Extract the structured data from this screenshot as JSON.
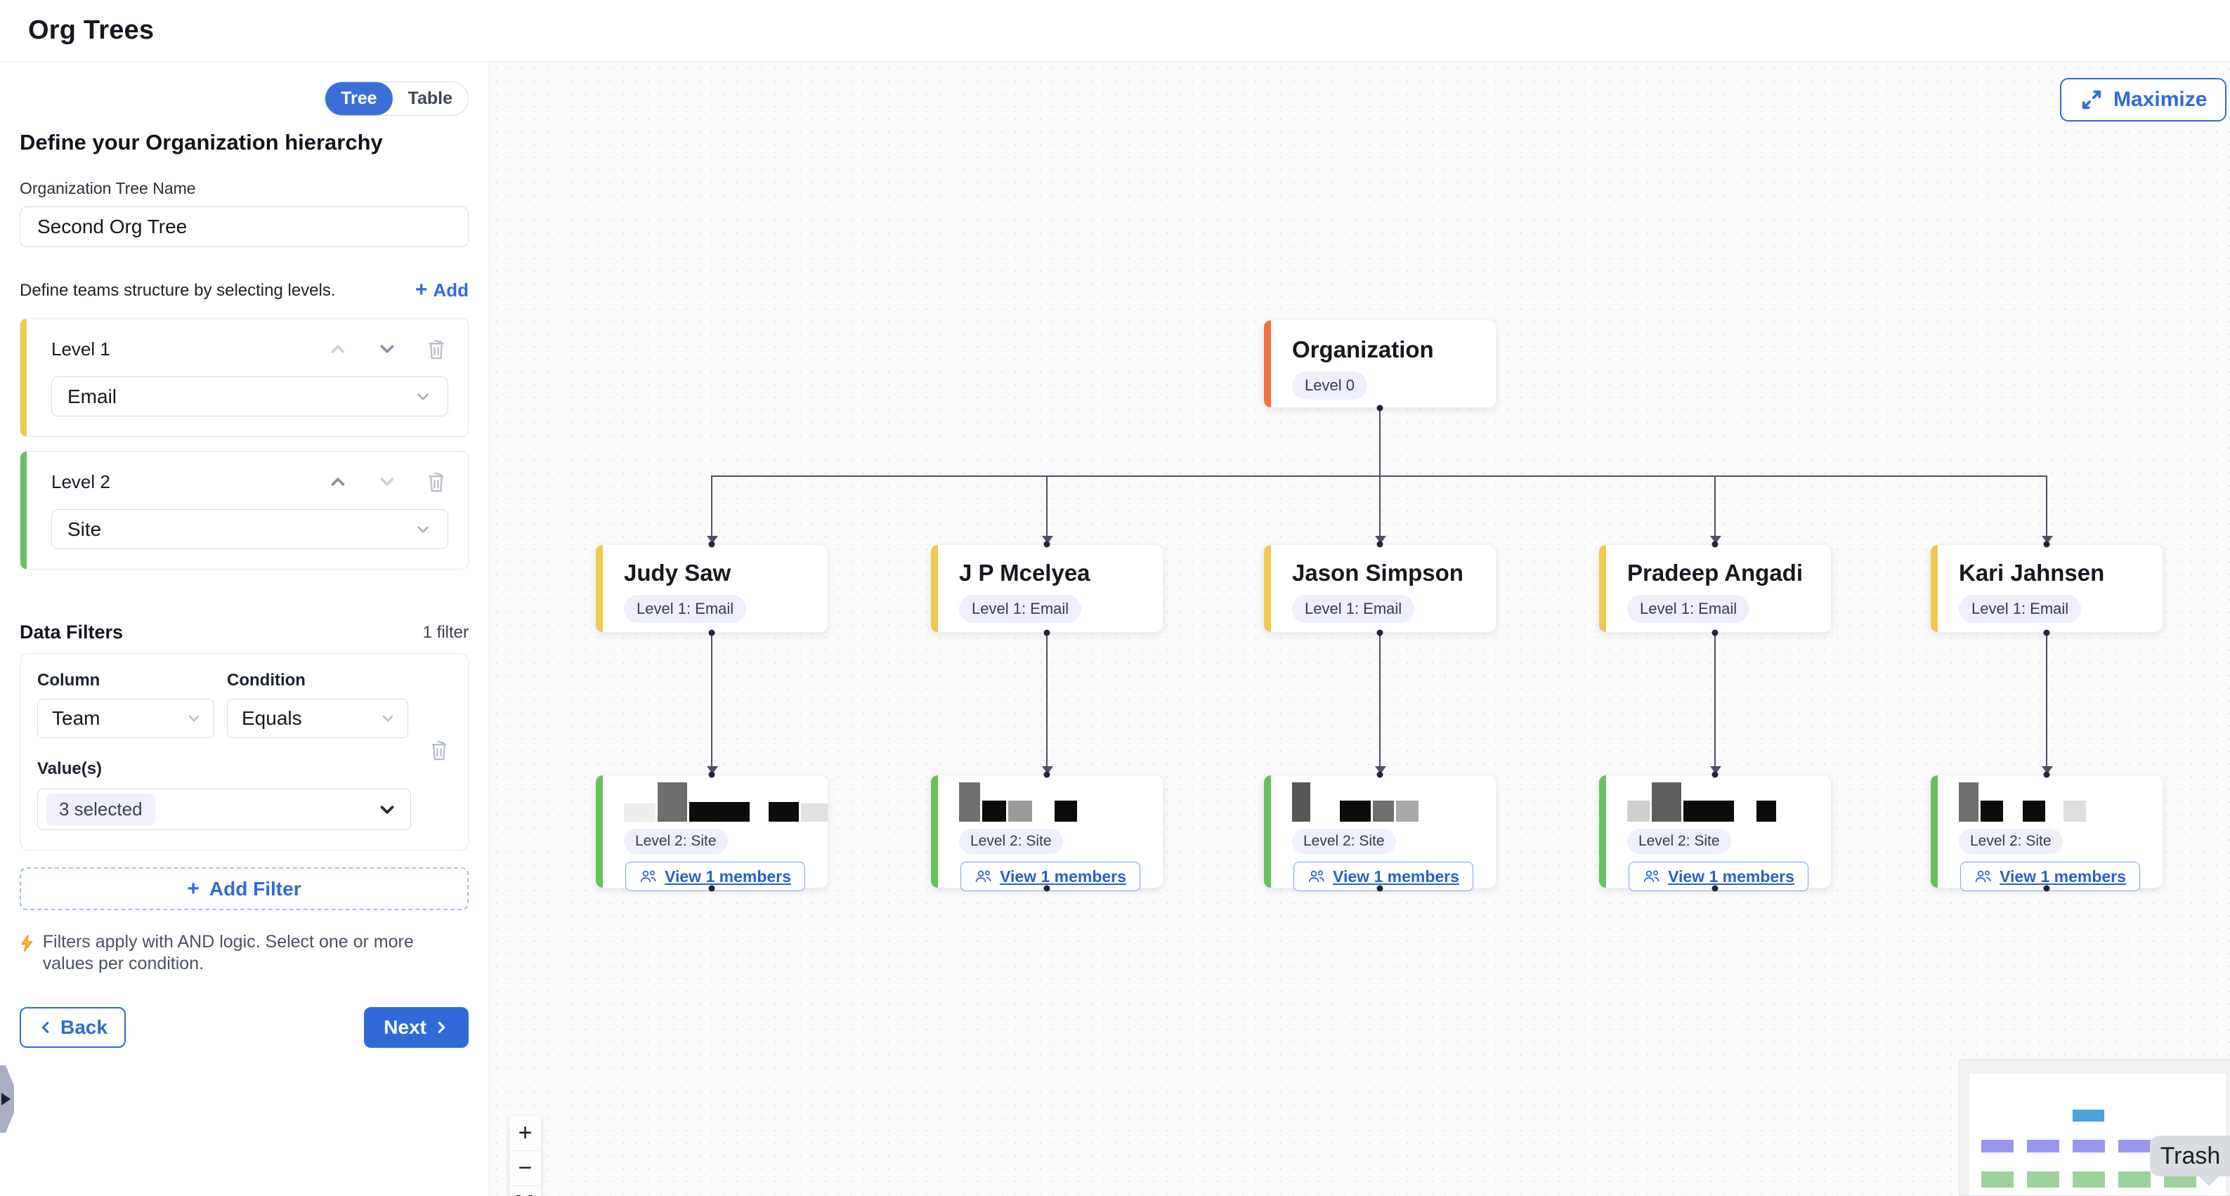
{
  "header": {
    "title": "Org Trees"
  },
  "colors": {
    "accent_blue": "#2e6bd9",
    "level0_orange": "#f2703b",
    "level1_yellow": "#f2c94c",
    "level2_green": "#67c15e",
    "badge_bg": "#efeefb",
    "minimap_root": "#4aa3dc",
    "minimap_level1": "#9a96ee",
    "minimap_level2": "#9ed29b"
  },
  "sidebar": {
    "view_toggle": {
      "options": [
        "Tree",
        "Table"
      ],
      "selected": "Tree"
    },
    "heading": "Define your Organization hierarchy",
    "tree_name": {
      "label": "Organization Tree Name",
      "value": "Second Org Tree"
    },
    "levels_section": {
      "description": "Define teams structure by selecting levels.",
      "add_label": "Add"
    },
    "levels": [
      {
        "label": "Level 1",
        "value": "Email"
      },
      {
        "label": "Level 2",
        "value": "Site"
      }
    ],
    "filters_section": {
      "title": "Data Filters",
      "count_label": "1 filter",
      "filter": {
        "column_label": "Column",
        "column_value": "Team",
        "condition_label": "Condition",
        "condition_value": "Equals",
        "values_label": "Value(s)",
        "values_value": "3 selected"
      },
      "add_filter_label": "Add Filter",
      "note": "Filters apply with AND logic. Select one or more values per condition."
    },
    "back_label": "Back",
    "next_label": "Next"
  },
  "canvas": {
    "maximize_label": "Maximize",
    "zoom_controls": {
      "zoom_in": "+",
      "zoom_out": "−"
    },
    "trash_tooltip": "Trash",
    "tree": {
      "root": {
        "name": "Organization",
        "badge": "Level 0"
      },
      "children": [
        {
          "name": "Judy Saw",
          "badge": "Level 1: Email",
          "child": {
            "badge": "Level 2: Site",
            "view_label": "View 1 members",
            "blocks": [
              {
                "w": 48,
                "h": 26,
                "c": "#ededed"
              },
              {
                "w": 44,
                "h": 56,
                "c": "#6d6d6d"
              },
              {
                "w": 92,
                "h": 28,
                "c": "#0c0c0c"
              },
              {
                "w": 22,
                "h": 26,
                "c": "transparent"
              },
              {
                "w": 46,
                "h": 28,
                "c": "#0c0c0c"
              },
              {
                "w": 40,
                "h": 26,
                "c": "#e2e2e2"
              }
            ]
          }
        },
        {
          "name": "J P Mcelyea",
          "badge": "Level 1: Email",
          "child": {
            "badge": "Level 2: Site",
            "view_label": "View 1 members",
            "blocks": [
              {
                "w": 30,
                "h": 56,
                "c": "#6f6f6f"
              },
              {
                "w": 34,
                "h": 30,
                "c": "#0c0c0c"
              },
              {
                "w": 34,
                "h": 30,
                "c": "#9a9a9a"
              },
              {
                "w": 26,
                "h": 30,
                "c": "transparent"
              },
              {
                "w": 32,
                "h": 30,
                "c": "#0c0c0c"
              }
            ]
          }
        },
        {
          "name": "Jason Simpson",
          "badge": "Level 1: Email",
          "child": {
            "badge": "Level 2: Site",
            "view_label": "View 1 members",
            "blocks": [
              {
                "w": 26,
                "h": 56,
                "c": "#565656"
              },
              {
                "w": 36,
                "h": 30,
                "c": "transparent"
              },
              {
                "w": 44,
                "h": 30,
                "c": "#0c0c0c"
              },
              {
                "w": 30,
                "h": 30,
                "c": "#6f6f6f"
              },
              {
                "w": 32,
                "h": 30,
                "c": "#a8a8a8"
              }
            ]
          }
        },
        {
          "name": "Pradeep Angadi",
          "badge": "Level 1: Email",
          "child": {
            "badge": "Level 2: Site",
            "view_label": "View 1 members",
            "blocks": [
              {
                "w": 32,
                "h": 30,
                "c": "#cfcfcf"
              },
              {
                "w": 42,
                "h": 56,
                "c": "#5f5f5f"
              },
              {
                "w": 72,
                "h": 30,
                "c": "#0c0c0c"
              },
              {
                "w": 26,
                "h": 30,
                "c": "transparent"
              },
              {
                "w": 28,
                "h": 30,
                "c": "#0c0c0c"
              }
            ]
          }
        },
        {
          "name": "Kari Jahnsen",
          "badge": "Level 1: Email",
          "child": {
            "badge": "Level 2: Site",
            "view_label": "View 1 members",
            "blocks": [
              {
                "w": 28,
                "h": 56,
                "c": "#6f6f6f"
              },
              {
                "w": 32,
                "h": 30,
                "c": "#0c0c0c"
              },
              {
                "w": 22,
                "h": 30,
                "c": "transparent"
              },
              {
                "w": 32,
                "h": 30,
                "c": "#0c0c0c"
              },
              {
                "w": 20,
                "h": 30,
                "c": "transparent"
              },
              {
                "w": 32,
                "h": 30,
                "c": "#dedede"
              }
            ]
          }
        }
      ]
    }
  }
}
